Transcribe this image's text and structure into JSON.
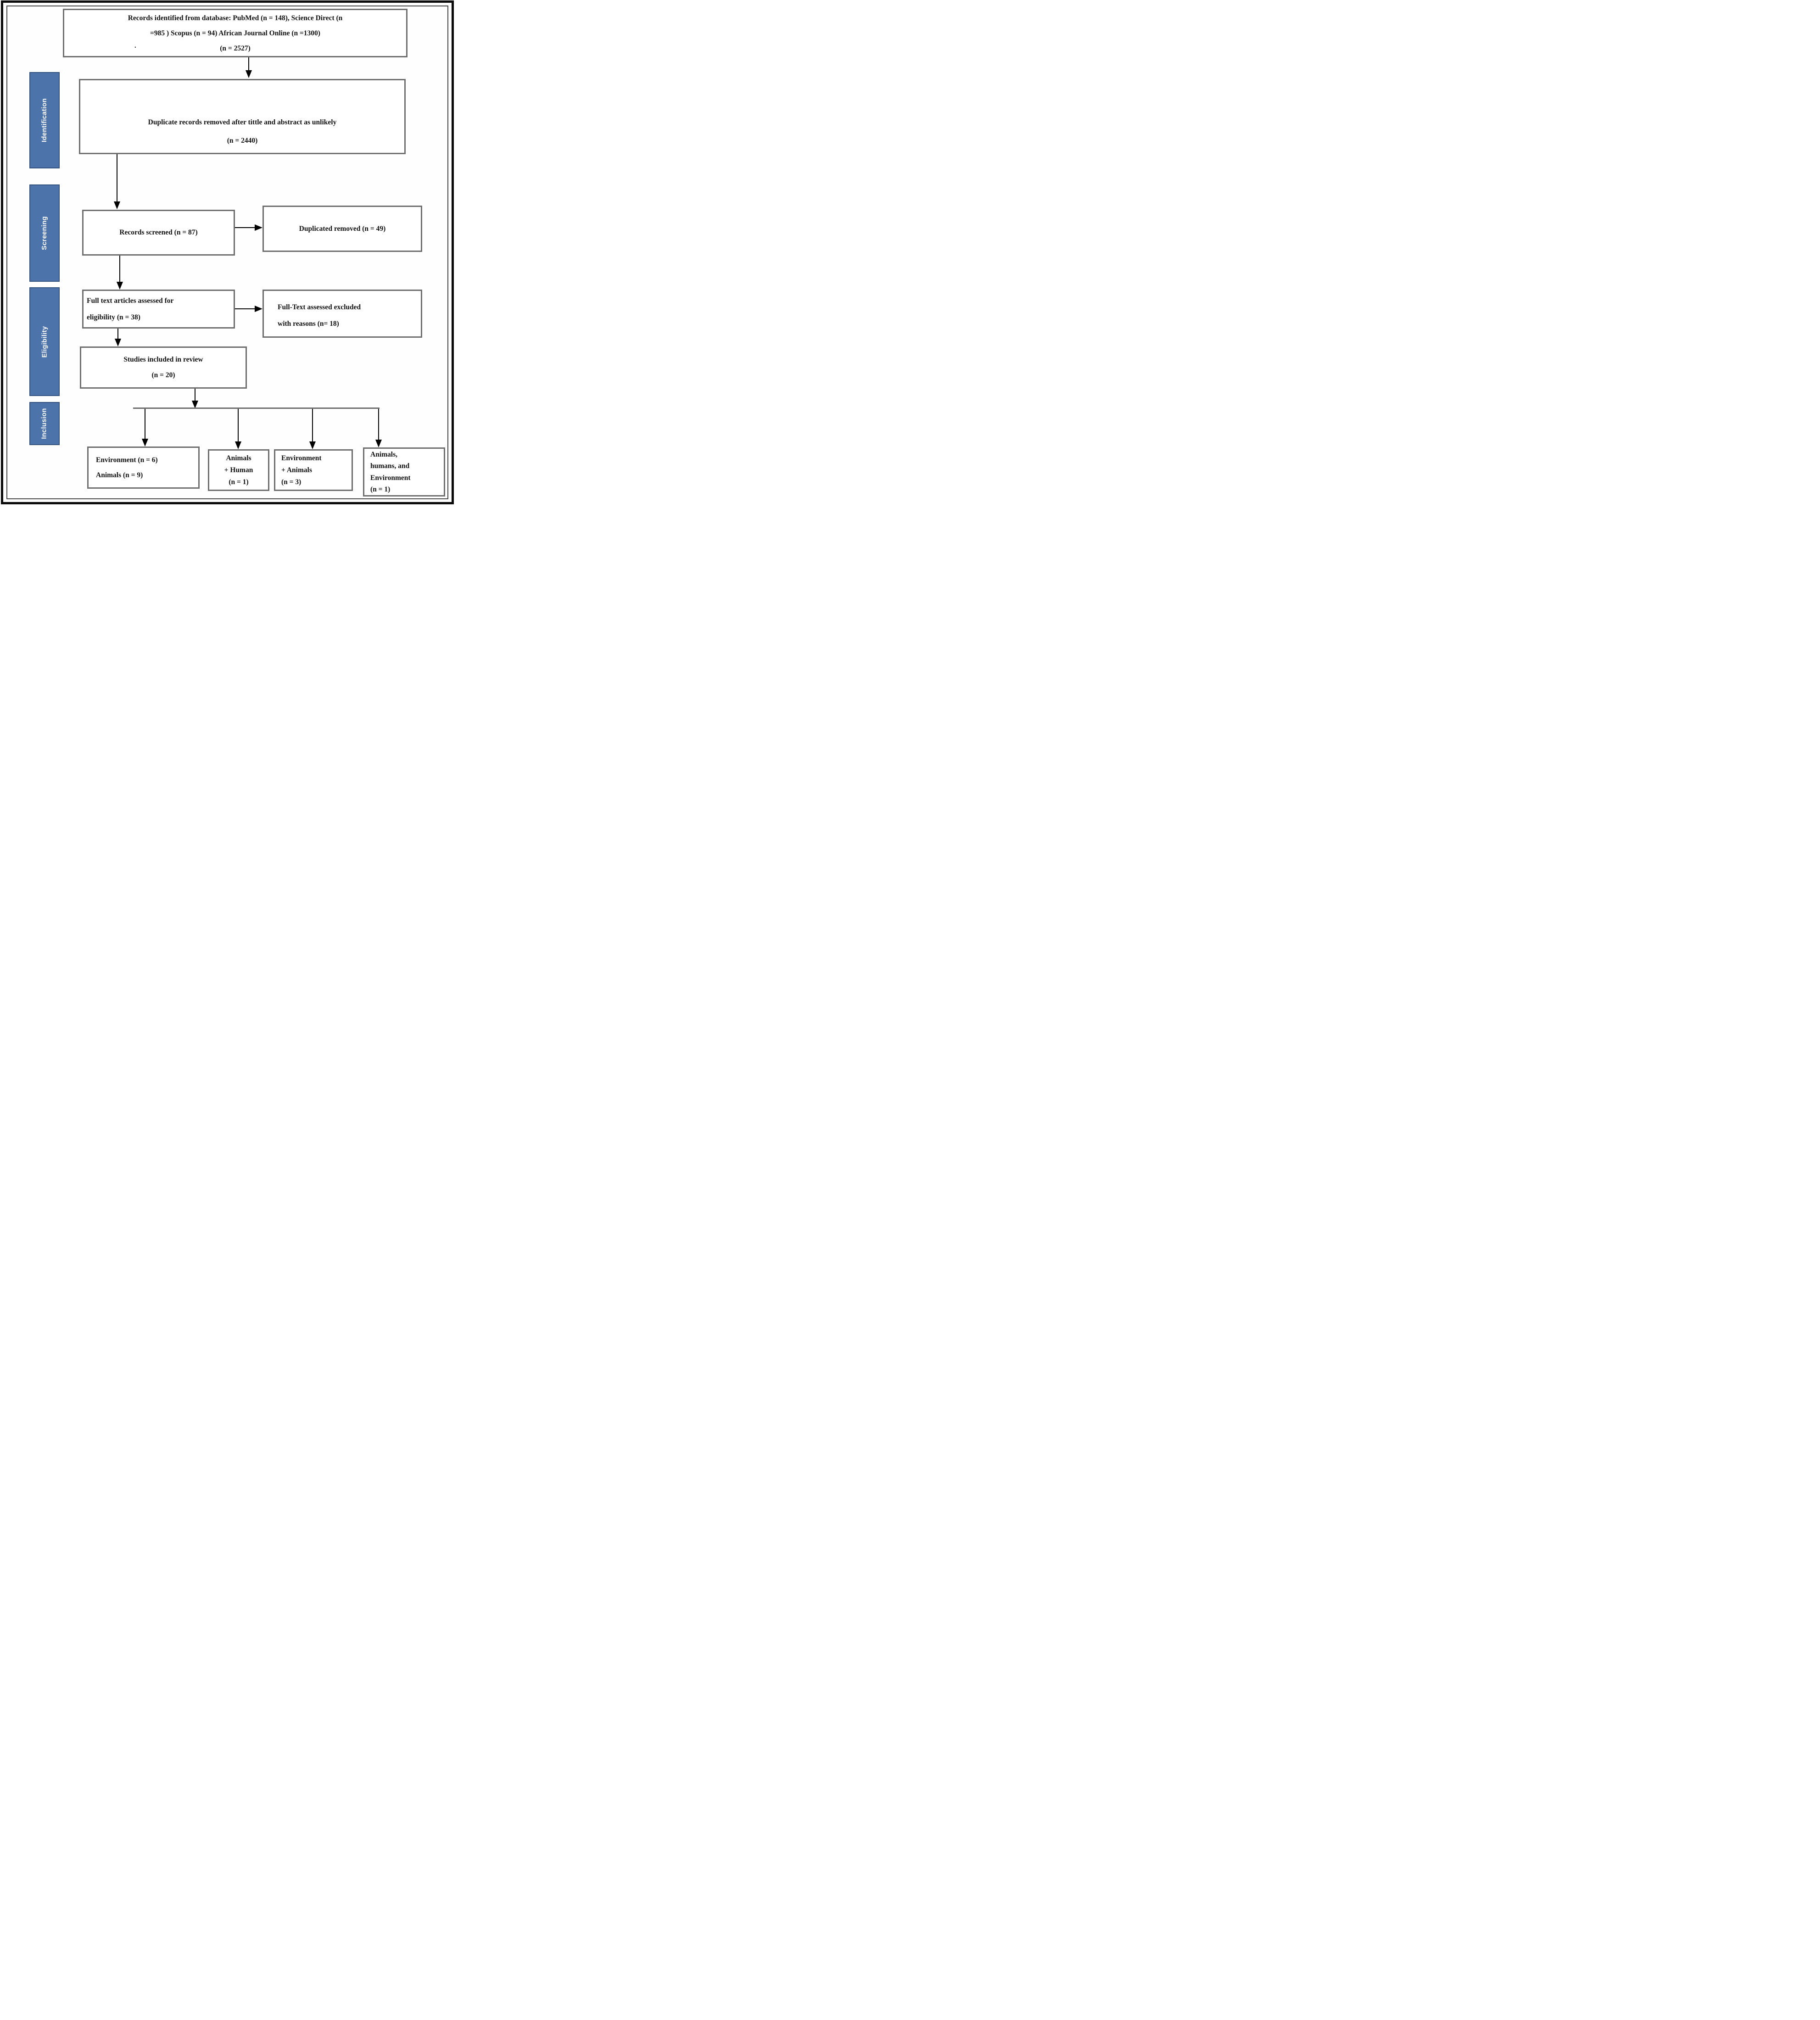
{
  "sidebar": {
    "identification": "Identification",
    "screening": "Screening",
    "eligibility": "Eligibility",
    "inclusion": "Inclusion"
  },
  "boxes": {
    "records_identified": {
      "line1": "Records identified from database: PubMed (n = 148), Science Direct (n",
      "line2": "=985 ) Scopus (n = 94) African Journal Online (n =1300)",
      "line3": "(n = 2527)",
      "stray_mark": "."
    },
    "duplicates_removed": {
      "line1": "Duplicate records removed after tittle and abstract as unlikely",
      "line2": "(n = 2440)"
    },
    "records_screened": {
      "text": "Records screened (n = 87)"
    },
    "duplicated_removed": {
      "text": "Duplicated removed (n = 49)"
    },
    "full_text_assessed": {
      "line1": "Full text articles assessed for",
      "line2": "eligibility (n = 38)"
    },
    "full_text_excluded": {
      "line1": "Full-Text assessed excluded",
      "line2": "with reasons (n= 18)"
    },
    "studies_included": {
      "line1": "Studies included in review",
      "line2": "(n = 20)"
    },
    "outcome_env_animals": {
      "line1": "Environment (n = 6)",
      "line2": "Animals (n = 9)"
    },
    "outcome_animals_human": {
      "line1": "Animals",
      "line2": "+ Human",
      "line3": "(n = 1)"
    },
    "outcome_env_plus_animals": {
      "line1": "Environment",
      "line2": "+ Animals",
      "line3": "(n = 3)"
    },
    "outcome_animals_humans_env": {
      "line1": "Animals,",
      "line2": "humans, and",
      "line3": "Environment",
      "line4": "(n = 1)"
    }
  },
  "colors": {
    "stage_fill": "#4d73ab",
    "stage_border": "#34517e",
    "stage_text": "#ffffff",
    "box_border": "#6e6e6e",
    "box_fill": "#ffffff",
    "arrow": "#000000",
    "frame": "#0b0b0b",
    "text": "#121212"
  }
}
